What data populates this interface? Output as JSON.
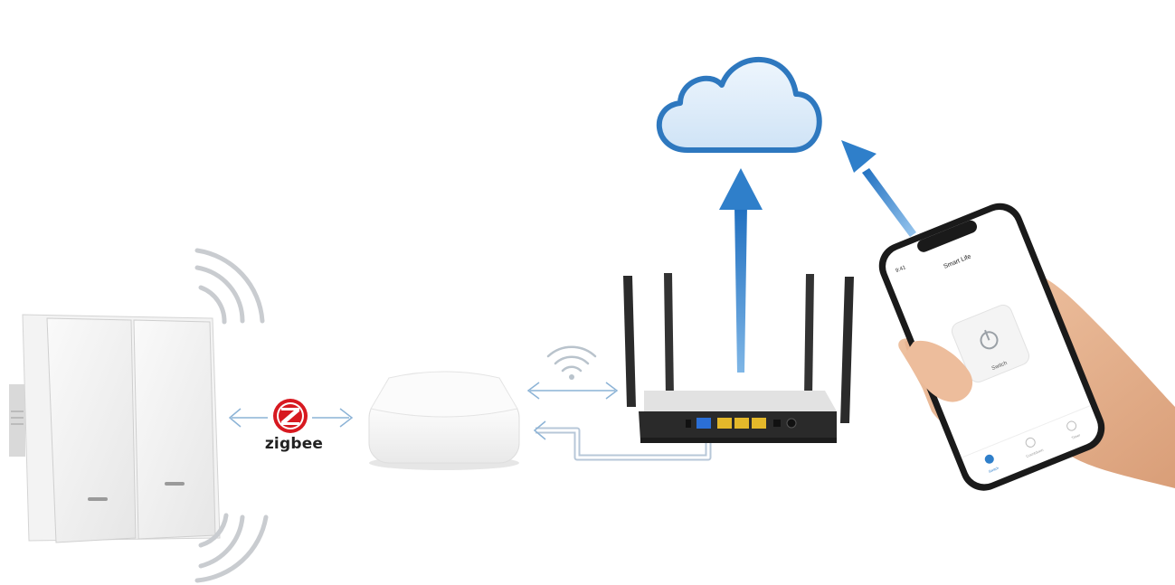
{
  "zigbee": {
    "label": "zigbee"
  },
  "phone": {
    "status_time": "9:41",
    "app_title": "Smart Life",
    "device_label": "Switch",
    "nav_items": [
      "Switch",
      "Countdown",
      "Timer"
    ]
  },
  "colors": {
    "arrow_blue": "#2f7fca",
    "cloud_stroke": "#2e78bf",
    "cloud_fill": "#e4f0fb",
    "zigbee_red": "#d71920",
    "port_yellow": "#e4b82a",
    "port_blue": "#2b6fd6",
    "cable_blue": "#8fa9c7"
  }
}
